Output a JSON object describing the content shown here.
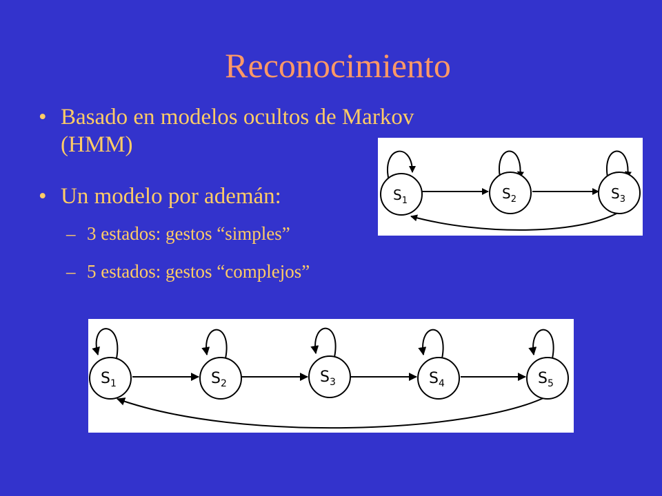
{
  "slide": {
    "title": "Reconocimiento",
    "bullets": [
      {
        "marker": "•",
        "text_line1": "Basado en modelos ocultos de Markov",
        "text_line2": "(HMM)"
      },
      {
        "marker": "•",
        "text_line1": "Un modelo por ademán:"
      }
    ],
    "sub_bullets": [
      {
        "marker": "–",
        "text": "3 estados: gestos “simples”"
      },
      {
        "marker": "–",
        "text": "5 estados: gestos “complejos”"
      }
    ]
  },
  "diagram_3_states": {
    "states": [
      {
        "letter": "S",
        "index": "1"
      },
      {
        "letter": "S",
        "index": "2"
      },
      {
        "letter": "S",
        "index": "3"
      }
    ]
  },
  "diagram_5_states": {
    "states": [
      {
        "letter": "S",
        "index": "1"
      },
      {
        "letter": "S",
        "index": "2"
      },
      {
        "letter": "S",
        "index": "3"
      },
      {
        "letter": "S",
        "index": "4"
      },
      {
        "letter": "S",
        "index": "5"
      }
    ]
  },
  "colors": {
    "background": "#3333cc",
    "title": "#ff9966",
    "text": "#ffcc66"
  }
}
